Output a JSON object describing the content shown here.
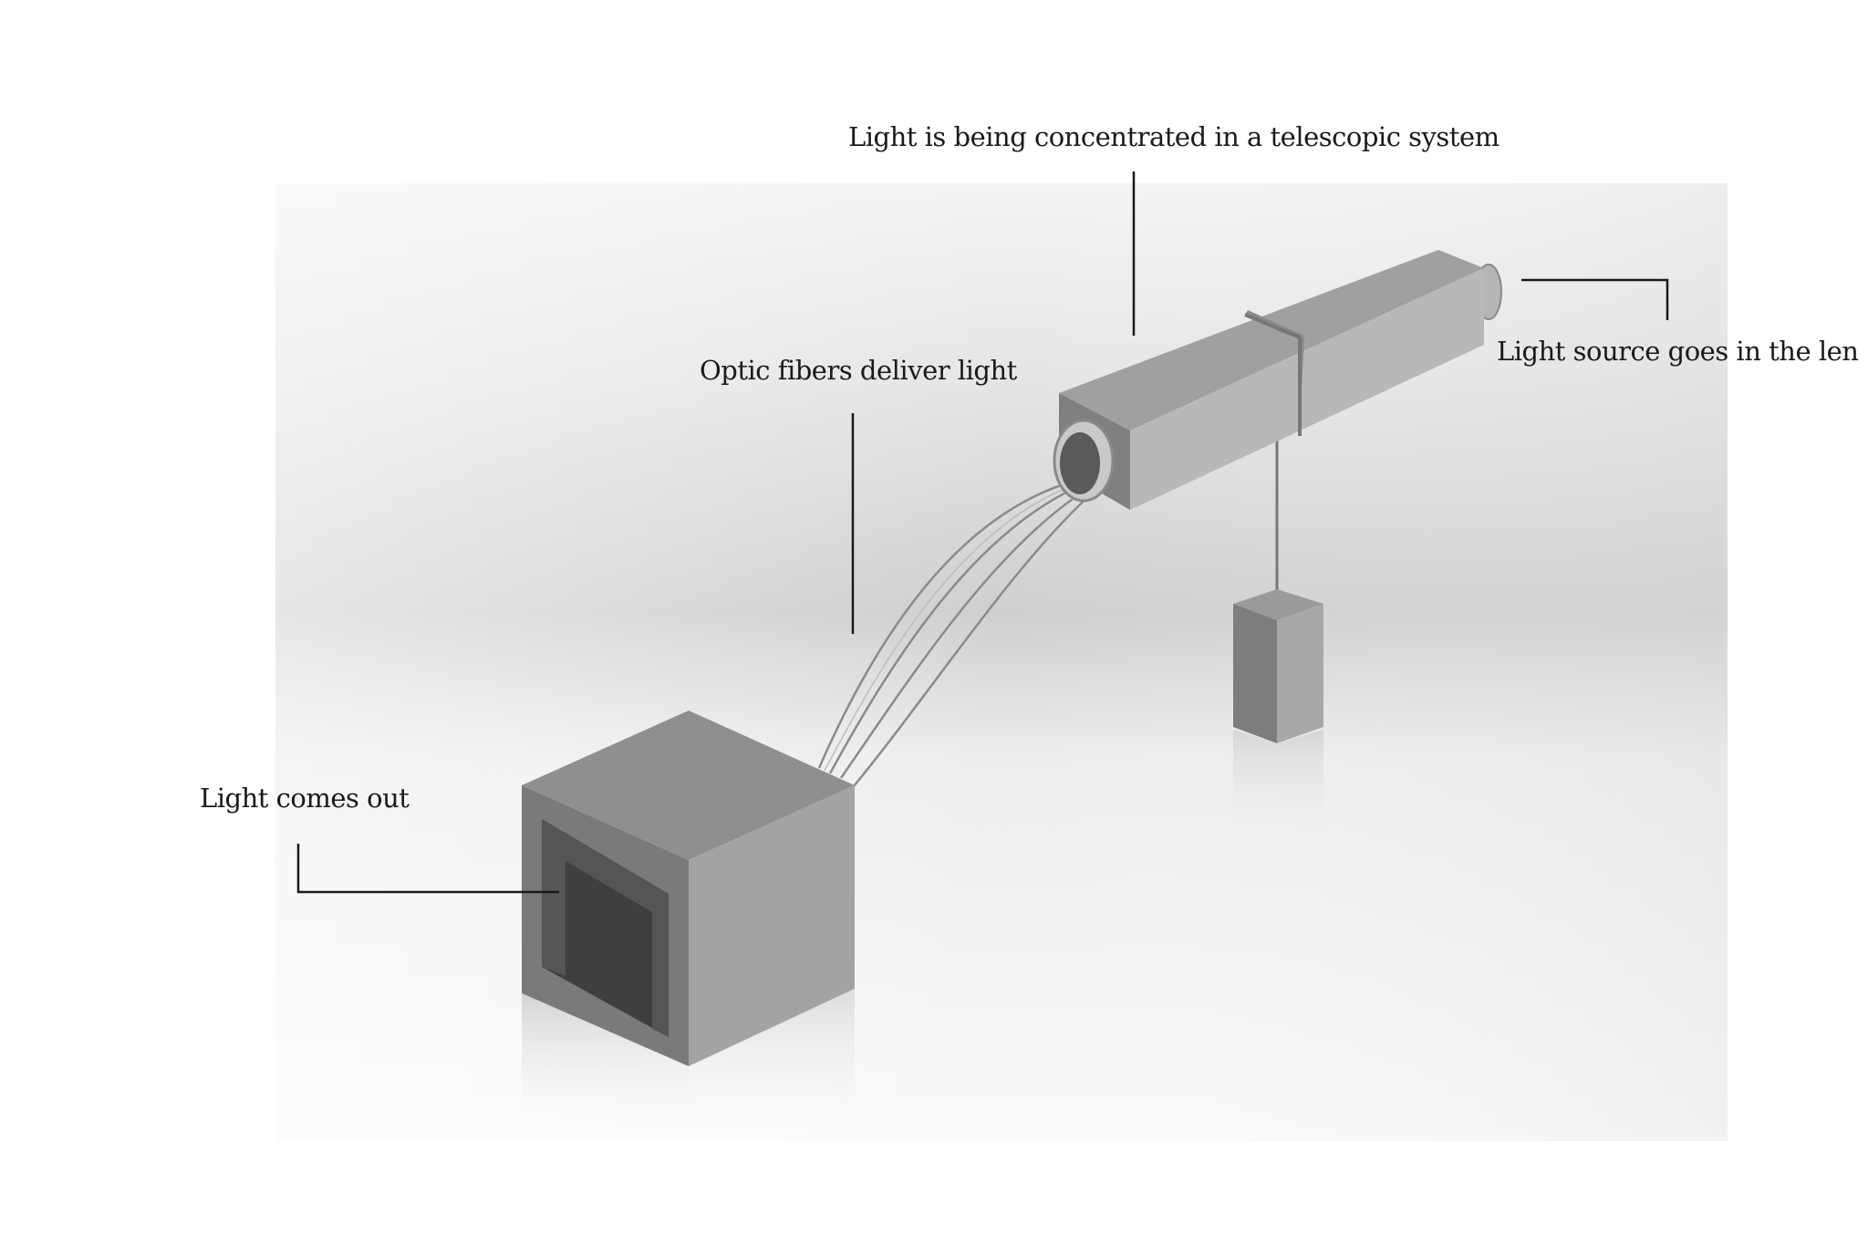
{
  "labels": {
    "telescopic": "Light is being concentrated in a telescopic system",
    "fibers": "Optic fibers deliver light",
    "source": "Light source goes in the len",
    "output": "Light comes out"
  },
  "colors": {
    "leader_line": "#1a1a1a",
    "object_gray": "#8c8c8c"
  }
}
